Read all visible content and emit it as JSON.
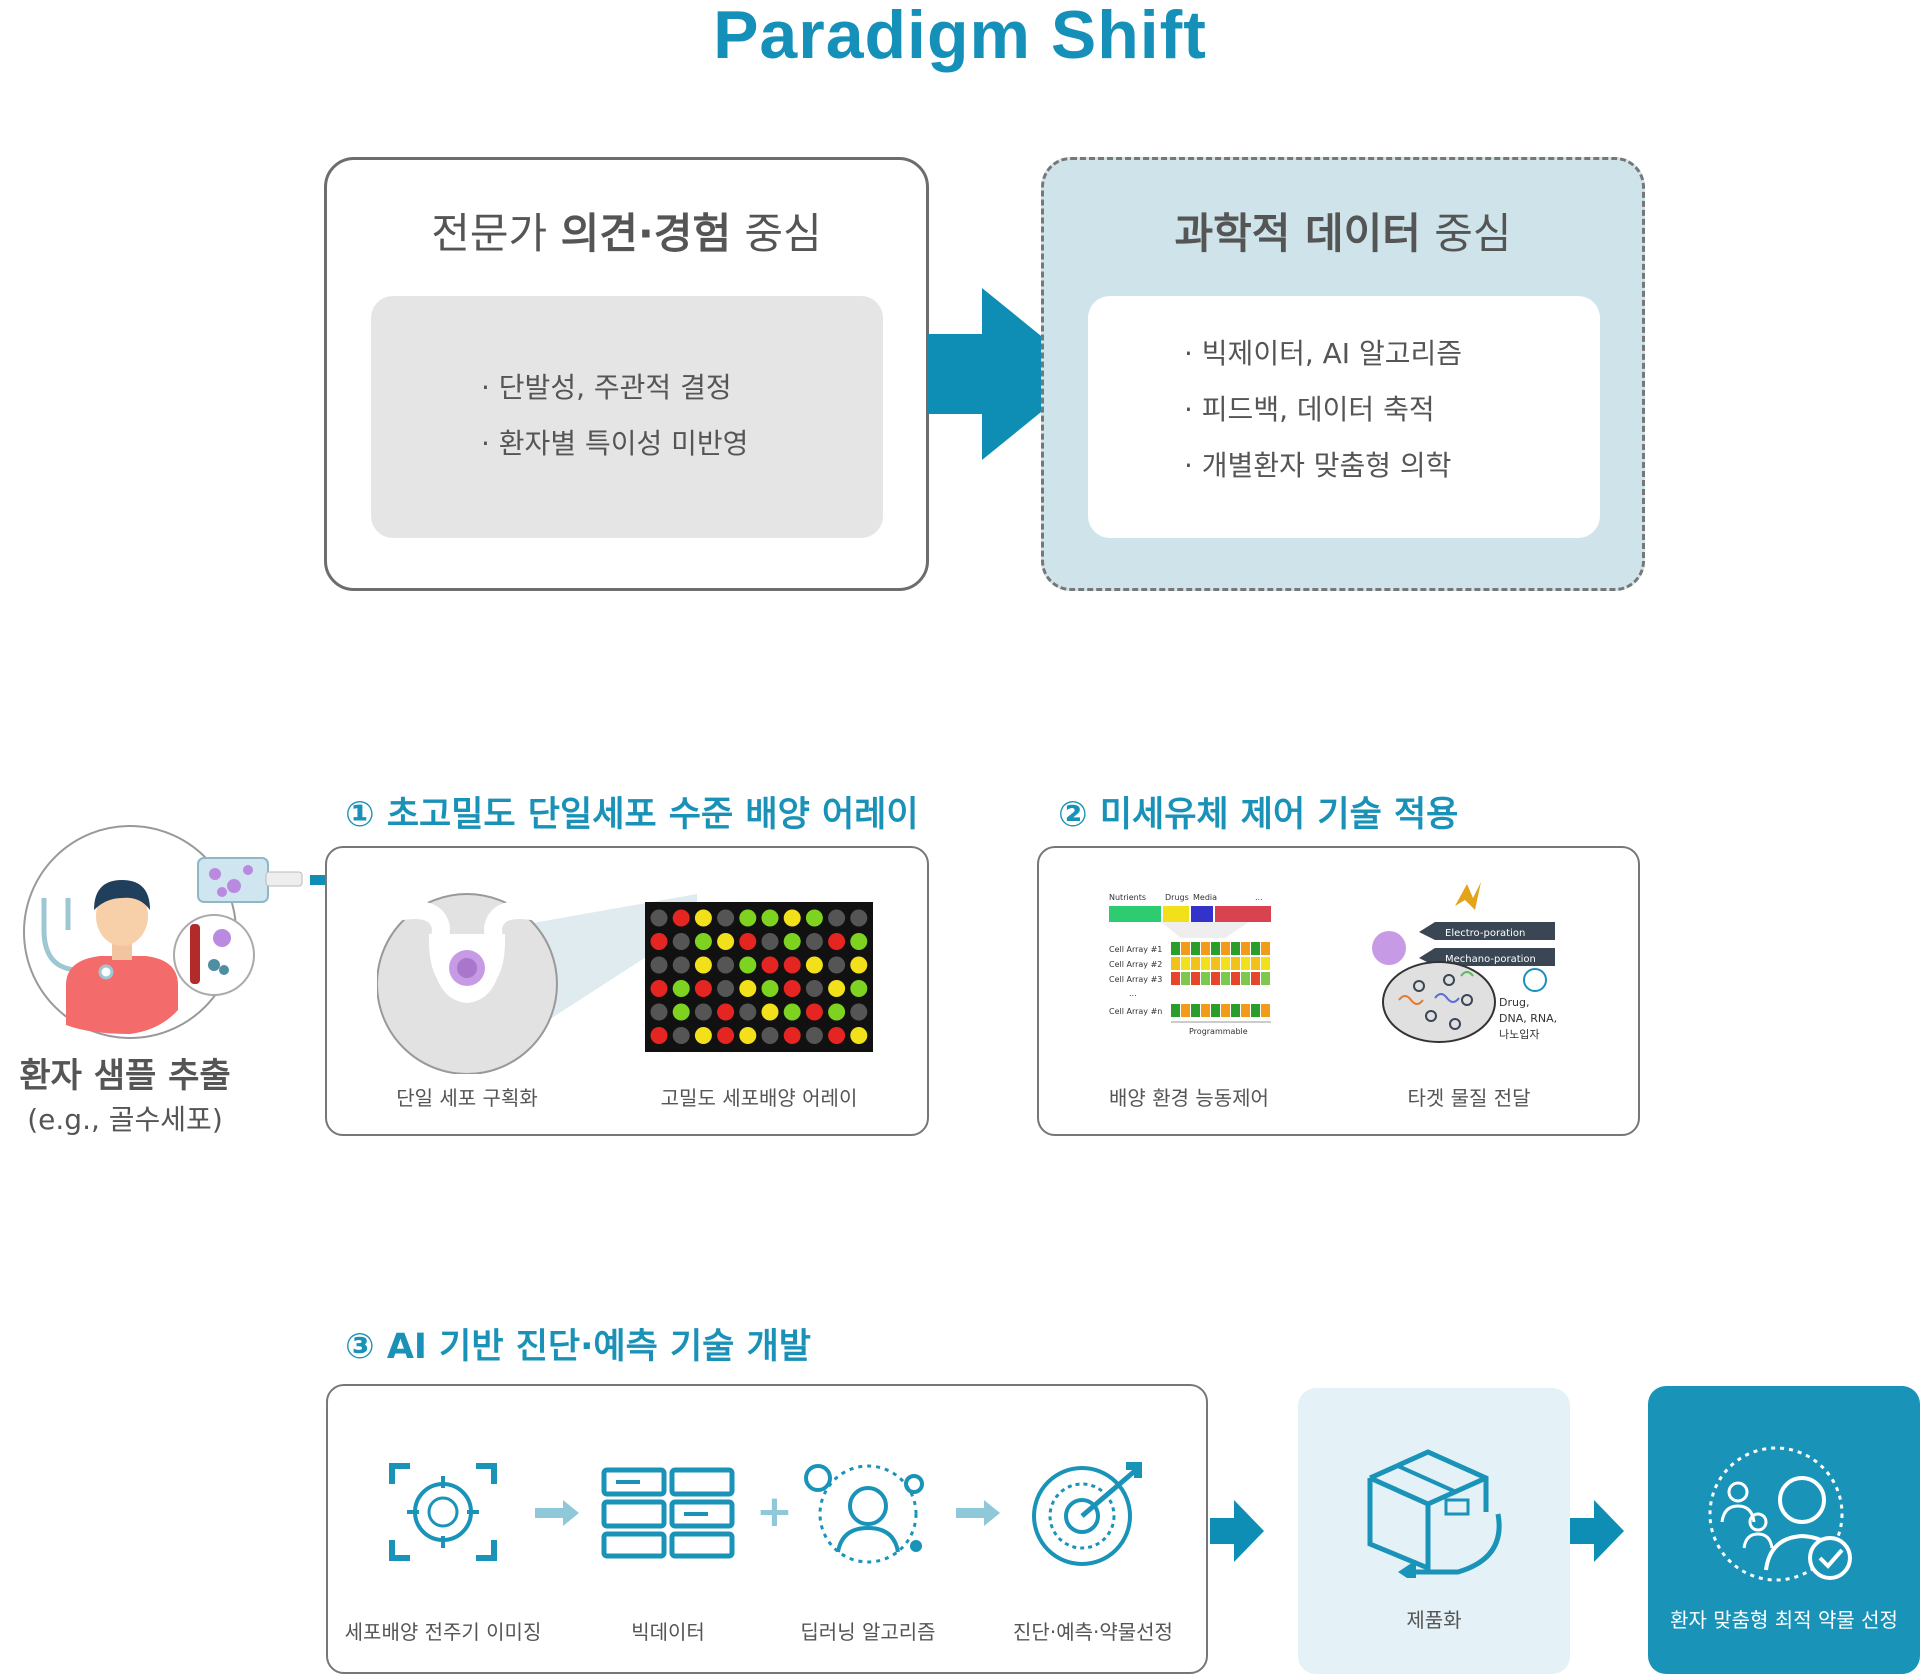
{
  "title": "Paradigm Shift",
  "left_box": {
    "head_pre": "전문가 ",
    "head_bold": "의견·경험",
    "head_post": " 중심",
    "bullets": [
      "· 단발성, 주관적 결정",
      "· 환자별 특이성 미반영"
    ]
  },
  "right_box": {
    "head_bold": "과학적 데이터",
    "head_post": " 중심",
    "bullets": [
      "· 빅제이터, AI 알고리즘",
      "· 피드백, 데이터 축적",
      "· 개별환자 맞춤형 의학"
    ]
  },
  "patient": {
    "label": "환자 샘플 추출",
    "sub": "(e.g., 골수세포)"
  },
  "section1": {
    "heading": "① 초고밀도 단일세포 수준 배양 어레이",
    "cap_left": "단일 세포 구획화",
    "cap_right": "고밀도 세포배양 어레이",
    "grid_colors": [
      [
        "#555",
        "#e52521",
        "#f2e01a",
        "#555",
        "#7ed321",
        "#7ed321",
        "#f2e01a",
        "#7ed321",
        "#555",
        "#555"
      ],
      [
        "#e52521",
        "#555",
        "#7ed321",
        "#f2e01a",
        "#e52521",
        "#555",
        "#7ed321",
        "#555",
        "#e52521",
        "#7ed321"
      ],
      [
        "#555",
        "#555",
        "#f2e01a",
        "#555",
        "#7ed321",
        "#e52521",
        "#e52521",
        "#f2e01a",
        "#555",
        "#f2e01a"
      ],
      [
        "#e52521",
        "#7ed321",
        "#e52521",
        "#555",
        "#f2e01a",
        "#7ed321",
        "#e52521",
        "#555",
        "#f2e01a",
        "#7ed321"
      ],
      [
        "#555",
        "#7ed321",
        "#555",
        "#e52521",
        "#555",
        "#f2e01a",
        "#7ed321",
        "#e52521",
        "#7ed321",
        "#555"
      ],
      [
        "#e52521",
        "#555",
        "#f2e01a",
        "#e52521",
        "#f2e01a",
        "#555",
        "#e52521",
        "#555",
        "#e52521",
        "#f2e01a"
      ]
    ]
  },
  "section2": {
    "heading": "② 미세유체 제어 기술 적용",
    "cap_left": "배양 환경 능동제어",
    "cap_right": "타겟 물질 전달",
    "legend": [
      "Nutrients",
      "Drugs",
      "Media",
      "..."
    ],
    "legend_colors": [
      "#2ecc71",
      "#f2e01a",
      "#3333cc",
      "#d9434f"
    ],
    "rows": [
      "Cell Array #1",
      "Cell Array #2",
      "Cell Array #3",
      "...",
      "Cell Array #n"
    ],
    "programmable": "Programmable",
    "poration": [
      "Electro-poration",
      "Mechano-poration"
    ],
    "cargo": [
      "Drug,",
      "DNA, RNA,",
      "나노입자",
      "..."
    ]
  },
  "section3": {
    "heading": "③ AI 기반 진단·예측 기술 개발",
    "steps": [
      "세포배양 전주기 이미징",
      "빅데이터",
      "딥러닝 알고리즘",
      "진단·예측·약물선정"
    ],
    "product": "제품화",
    "final": "환자 맞춤형 최적 약물 선정"
  },
  "colors": {
    "accent": "#0e8db5",
    "final_bg": "#1a93b9",
    "product_bg": "#e4f1f6",
    "right_box_bg": "#cfe4ea"
  }
}
